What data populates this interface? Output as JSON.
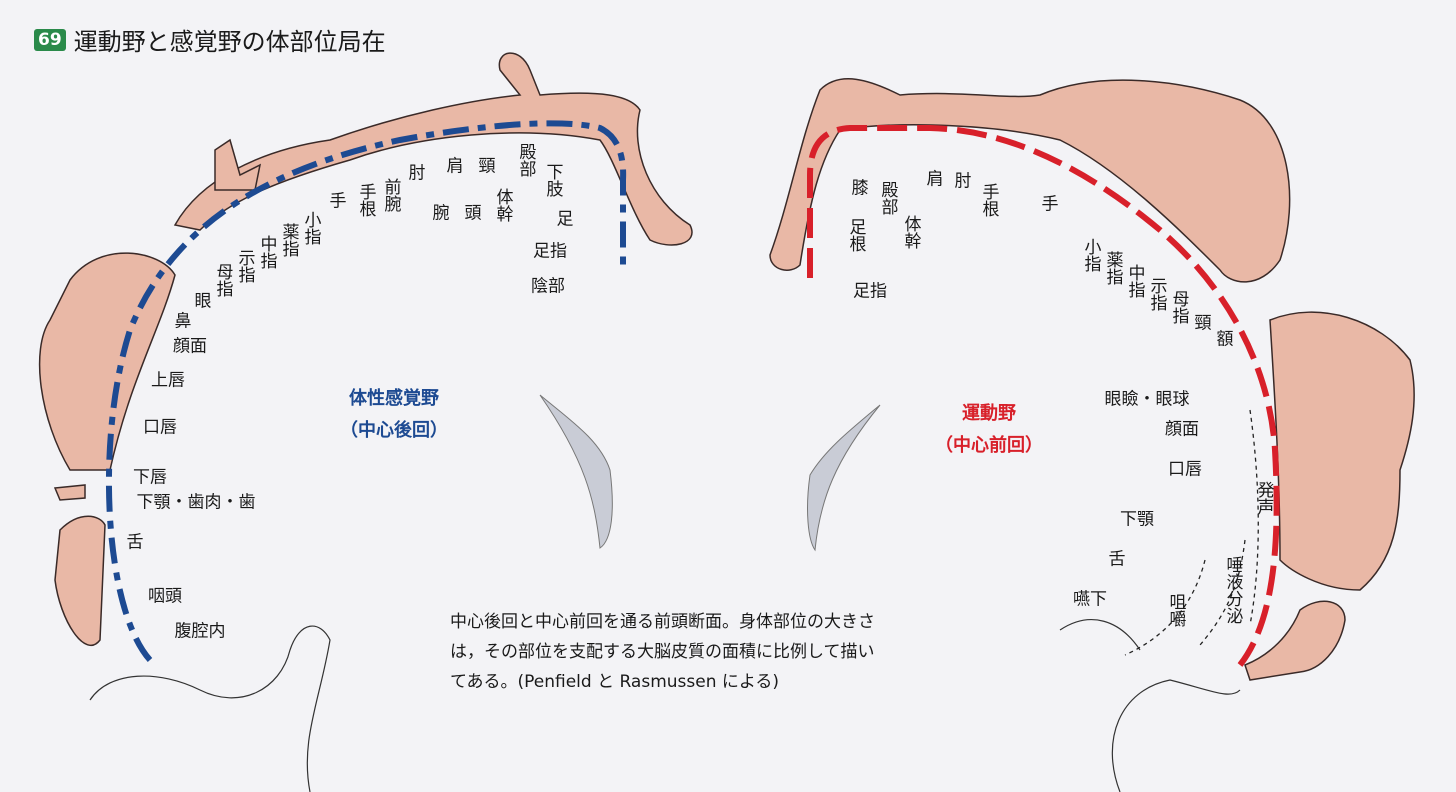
{
  "title": {
    "number": "69",
    "text": "運動野と感覚野の体部位局在"
  },
  "sensory": {
    "name": "体性感覚野",
    "sub": "（中心後回）",
    "color": "#1d4a92",
    "labels": [
      "陰部",
      "足指",
      "足",
      "下肢",
      "殿部",
      "体幹",
      "頸",
      "頭",
      "肩",
      "腕",
      "肘",
      "前腕",
      "手根",
      "手",
      "小指",
      "薬指",
      "中指",
      "示指",
      "母指",
      "眼",
      "鼻",
      "顔面",
      "上唇",
      "口唇",
      "下唇",
      "下顎・歯肉・歯",
      "舌",
      "咽頭",
      "腹腔内"
    ]
  },
  "motor": {
    "name": "運動野",
    "sub": "（中心前回）",
    "color": "#d8202a",
    "labels": [
      "足指",
      "足根",
      "膝",
      "殿部",
      "体幹",
      "肩",
      "肘",
      "手根",
      "手",
      "小指",
      "薬指",
      "中指",
      "示指",
      "母指",
      "頸",
      "額",
      "眼瞼・眼球",
      "顔面",
      "口唇",
      "下顎",
      "舌",
      "嚥下",
      "発声",
      "唾液分泌",
      "咀嚼"
    ]
  },
  "caption": [
    "中心後回と中心前回を通る前頭断面。身体部位の大きさ",
    "は，その部位を支配する大脳皮質の面積に比例して描い",
    "てある。(Penfield と Rasmussen による)"
  ]
}
